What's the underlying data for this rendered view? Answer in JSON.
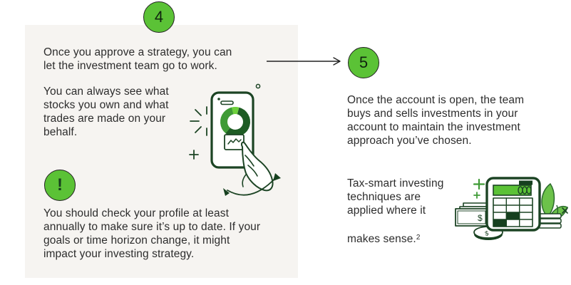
{
  "palette": {
    "background": "#ffffff",
    "panel": "#f6f4f1",
    "step_circle_green": "#5bc236",
    "step_circle_border": "#222222",
    "body_text": "#2d2d2d",
    "illustration_outline_dark_green": "#1c4424",
    "donut_dark_green": "#1e5c24",
    "donut_mid_green": "#3f9b36",
    "donut_bright_green": "#6ed13c",
    "illustration_bright_green": "#6cc24a",
    "arrow": "#222222"
  },
  "icons": {
    "arrow": "arrow-right-icon",
    "alert": "exclamation-circle-icon",
    "phone": "phone-portfolio-illustration",
    "calculator": "tax-calculator-illustration"
  },
  "step4": {
    "number": "4",
    "paragraph1": [
      "Once you approve a strategy, you can",
      "let the investment team go to work."
    ],
    "paragraph2": [
      "You can always see what",
      "stocks you own and what",
      "trades are made on your",
      "behalf."
    ],
    "alert_symbol": "!",
    "note": [
      "You should check your profile at least",
      "annually to make sure it’s up to date. If your",
      "goals or time horizon change, it might",
      "impact your investing strategy."
    ]
  },
  "step5": {
    "number": "5",
    "paragraph1": [
      "Once the account is open, the team",
      "buys and sells investments in your",
      "account to maintain the investment",
      "approach you’ve chosen."
    ],
    "tax_note": {
      "lines": [
        "Tax-smart investing",
        "techniques are",
        "applied where it"
      ],
      "last_line": "makes sense.",
      "footnote": "2"
    }
  }
}
